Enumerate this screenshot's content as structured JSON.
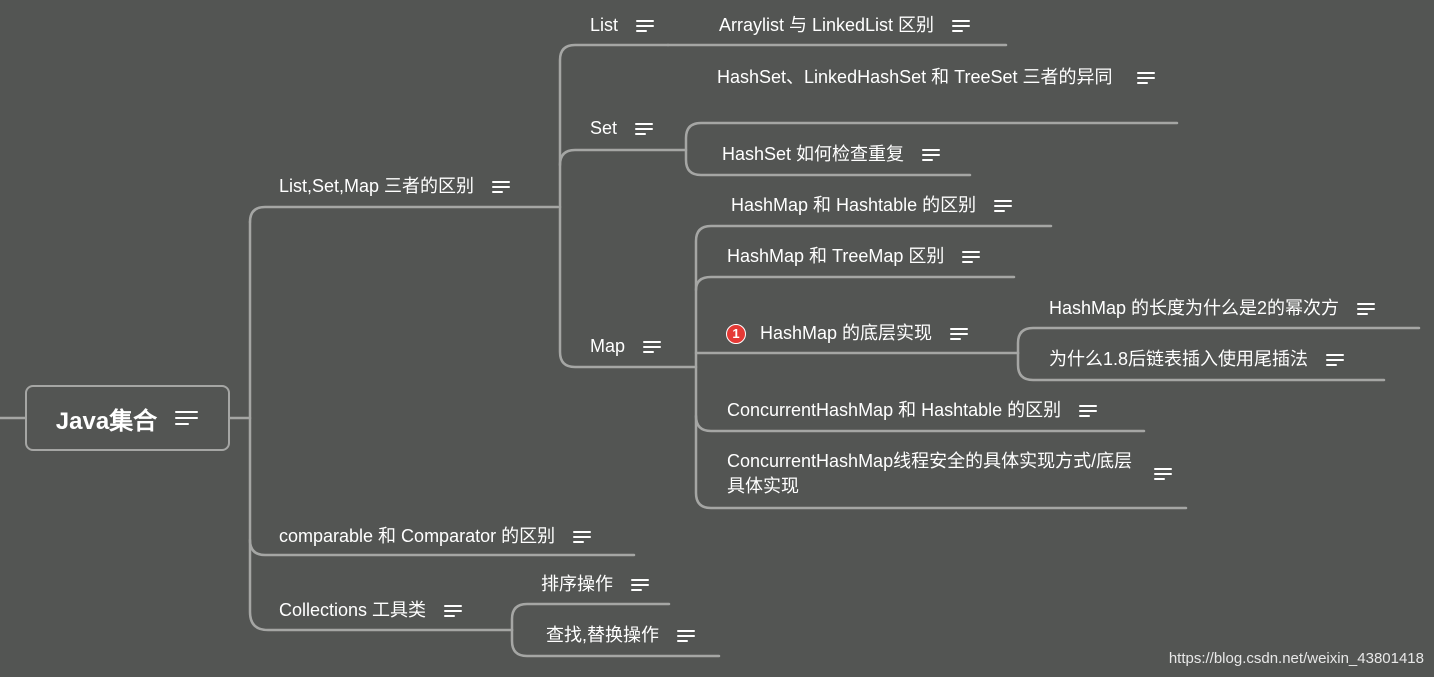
{
  "root": {
    "label": "Java集合"
  },
  "nodes": {
    "lsm_diff": "List,Set,Map 三者的区别",
    "list": "List",
    "list_arraylist": "Arraylist 与 LinkedList 区别",
    "set": "Set",
    "set_diff": "HashSet、LinkedHashSet 和 TreeSet 三者的异同",
    "set_check": "HashSet 如何检查重复",
    "map": "Map",
    "map_hashtable": "HashMap 和 Hashtable 的区别",
    "map_treemap": "HashMap 和 TreeMap 区别",
    "map_impl": "HashMap 的底层实现",
    "map_impl_badge": "1",
    "map_impl_len": "HashMap 的长度为什么是2的幂次方",
    "map_impl_tail": "为什么1.8后链表插入使用尾插法",
    "map_chm_diff": "ConcurrentHashMap 和 Hashtable 的区别",
    "map_chm_impl": "ConcurrentHashMap线程安全的具体实现方式/底层具体实现",
    "comparable": "comparable 和 Comparator 的区别",
    "collections": "Collections 工具类",
    "col_sort": "排序操作",
    "col_find": "查找,替换操作"
  },
  "watermark": "https://blog.csdn.net/weixin_43801418",
  "colors": {
    "background": "#535553",
    "line": "#a5a6a4",
    "text": "#ffffff",
    "badge": "#e53935"
  },
  "icons": {
    "note": "note-lines-icon",
    "priority": "priority-1-badge-icon"
  }
}
